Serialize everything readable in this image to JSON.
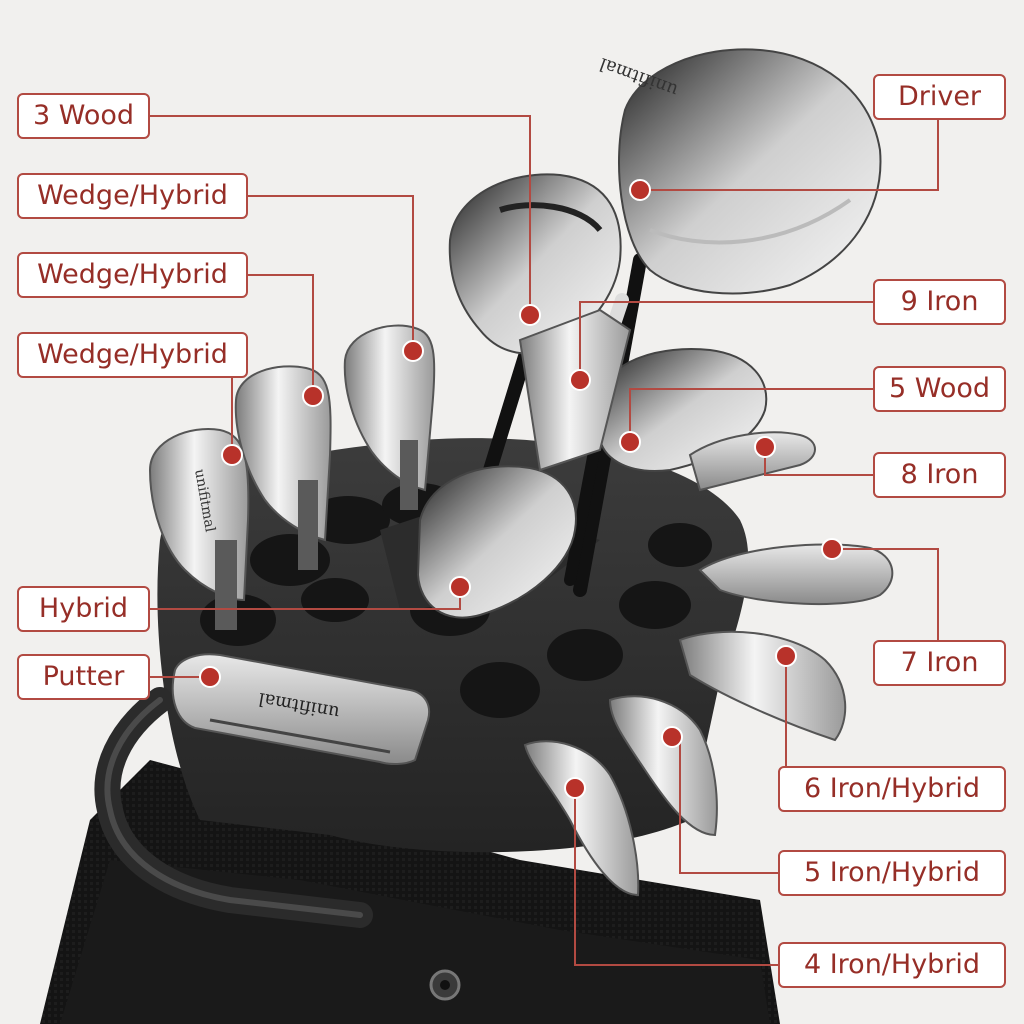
{
  "brand_engraving": "unifitmal",
  "accent_color": "#b24a42",
  "text_color": "#962e27",
  "labels": {
    "wood3": "3 Wood",
    "wedge1": "Wedge/Hybrid",
    "wedge2": "Wedge/Hybrid",
    "wedge3": "Wedge/Hybrid",
    "hybrid": "Hybrid",
    "putter": "Putter",
    "driver": "Driver",
    "iron9": "9 Iron",
    "wood5": "5 Wood",
    "iron8": "8 Iron",
    "iron7": "7 Iron",
    "iron6": "6 Iron/Hybrid",
    "iron5": "5 Iron/Hybrid",
    "iron4": "4 Iron/Hybrid"
  }
}
